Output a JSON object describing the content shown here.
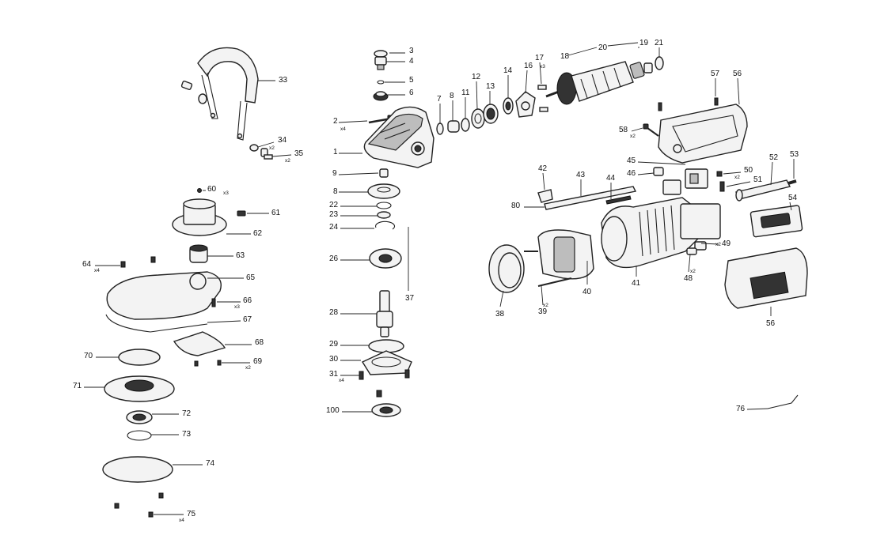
{
  "callouts": [
    {
      "id": "3",
      "text": "3"
    },
    {
      "id": "4",
      "text": "4"
    },
    {
      "id": "5",
      "text": "5"
    },
    {
      "id": "6",
      "text": "6"
    },
    {
      "id": "2",
      "text": "2"
    },
    {
      "id": "1",
      "text": "1"
    },
    {
      "id": "7",
      "text": "7"
    },
    {
      "id": "8",
      "text": "8"
    },
    {
      "id": "11",
      "text": "11"
    },
    {
      "id": "12",
      "text": "12"
    },
    {
      "id": "13",
      "text": "13"
    },
    {
      "id": "14",
      "text": "14"
    },
    {
      "id": "16",
      "text": "16"
    },
    {
      "id": "17",
      "text": "17"
    },
    {
      "id": "18",
      "text": "18"
    },
    {
      "id": "20",
      "text": "20"
    },
    {
      "id": "19",
      "text": "19"
    },
    {
      "id": "21",
      "text": "21"
    },
    {
      "id": "33",
      "text": "33"
    },
    {
      "id": "34",
      "text": "34"
    },
    {
      "id": "35",
      "text": "35"
    },
    {
      "id": "9",
      "text": "9"
    },
    {
      "id": "8b",
      "text": "8"
    },
    {
      "id": "22",
      "text": "22"
    },
    {
      "id": "23",
      "text": "23"
    },
    {
      "id": "24",
      "text": "24"
    },
    {
      "id": "26",
      "text": "26"
    },
    {
      "id": "37",
      "text": "37"
    },
    {
      "id": "28",
      "text": "28"
    },
    {
      "id": "29",
      "text": "29"
    },
    {
      "id": "30",
      "text": "30"
    },
    {
      "id": "31",
      "text": "31"
    },
    {
      "id": "100",
      "text": "100"
    },
    {
      "id": "60",
      "text": "60"
    },
    {
      "id": "61",
      "text": "61"
    },
    {
      "id": "62",
      "text": "62"
    },
    {
      "id": "63",
      "text": "63"
    },
    {
      "id": "64",
      "text": "64"
    },
    {
      "id": "65",
      "text": "65"
    },
    {
      "id": "66",
      "text": "66"
    },
    {
      "id": "67",
      "text": "67"
    },
    {
      "id": "68",
      "text": "68"
    },
    {
      "id": "69",
      "text": "69"
    },
    {
      "id": "70",
      "text": "70"
    },
    {
      "id": "71",
      "text": "71"
    },
    {
      "id": "72",
      "text": "72"
    },
    {
      "id": "73",
      "text": "73"
    },
    {
      "id": "74",
      "text": "74"
    },
    {
      "id": "75",
      "text": "75"
    },
    {
      "id": "57",
      "text": "57"
    },
    {
      "id": "56",
      "text": "56"
    },
    {
      "id": "58",
      "text": "58"
    },
    {
      "id": "45",
      "text": "45"
    },
    {
      "id": "46",
      "text": "46"
    },
    {
      "id": "50",
      "text": "50"
    },
    {
      "id": "51",
      "text": "51"
    },
    {
      "id": "52",
      "text": "52"
    },
    {
      "id": "53",
      "text": "53"
    },
    {
      "id": "54",
      "text": "54"
    },
    {
      "id": "42",
      "text": "42"
    },
    {
      "id": "43",
      "text": "43"
    },
    {
      "id": "44",
      "text": "44"
    },
    {
      "id": "80",
      "text": "80"
    },
    {
      "id": "49",
      "text": "49"
    },
    {
      "id": "48",
      "text": "48"
    },
    {
      "id": "38",
      "text": "38"
    },
    {
      "id": "39",
      "text": "39"
    },
    {
      "id": "40",
      "text": "40"
    },
    {
      "id": "41",
      "text": "41"
    },
    {
      "id": "56b",
      "text": "56"
    },
    {
      "id": "76",
      "text": "76"
    }
  ],
  "quantities": [
    {
      "id": "2",
      "text": "x4"
    },
    {
      "id": "17",
      "text": "x3"
    },
    {
      "id": "34",
      "text": "x2"
    },
    {
      "id": "35",
      "text": "x2"
    },
    {
      "id": "31",
      "text": "x4"
    },
    {
      "id": "60",
      "text": "x3"
    },
    {
      "id": "64",
      "text": "x4"
    },
    {
      "id": "66",
      "text": "x3"
    },
    {
      "id": "69",
      "text": "x2"
    },
    {
      "id": "75",
      "text": "x4"
    },
    {
      "id": "58",
      "text": "x2"
    },
    {
      "id": "50",
      "text": "x2"
    },
    {
      "id": "49",
      "text": "x2"
    },
    {
      "id": "48",
      "text": "x2"
    },
    {
      "id": "39",
      "text": "x2"
    }
  ]
}
